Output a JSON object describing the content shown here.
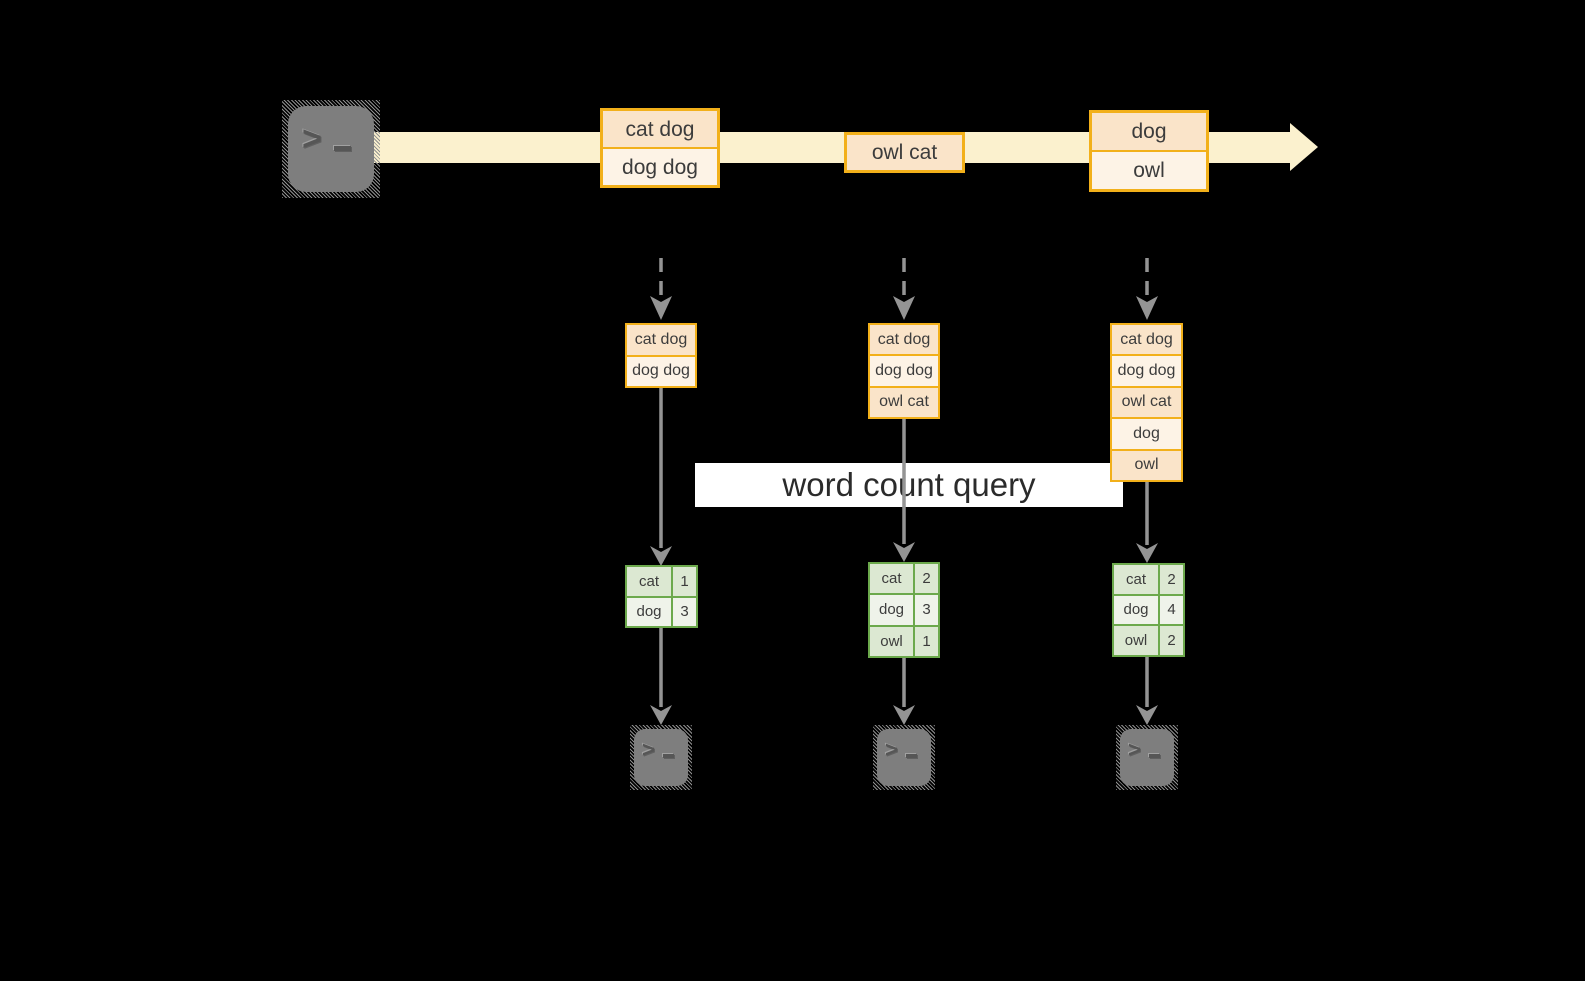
{
  "banner": {
    "label": "word count query"
  },
  "stream": {
    "batches": [
      {
        "cells": [
          "cat dog",
          "dog dog"
        ]
      },
      {
        "cells": [
          "owl cat"
        ]
      },
      {
        "cells": [
          "dog",
          "owl"
        ]
      }
    ]
  },
  "workers": [
    {
      "buffer": [
        "cat dog",
        "dog dog"
      ],
      "counts": [
        {
          "word": "cat",
          "count": "1"
        },
        {
          "word": "dog",
          "count": "3"
        }
      ]
    },
    {
      "buffer": [
        "cat dog",
        "dog dog",
        "owl cat"
      ],
      "counts": [
        {
          "word": "cat",
          "count": "2"
        },
        {
          "word": "dog",
          "count": "3"
        },
        {
          "word": "owl",
          "count": "1"
        }
      ]
    },
    {
      "buffer": [
        "cat dog",
        "dog dog",
        "owl cat",
        "dog",
        "owl"
      ],
      "counts": [
        {
          "word": "cat",
          "count": "2"
        },
        {
          "word": "dog",
          "count": "4"
        },
        {
          "word": "owl",
          "count": "2"
        }
      ]
    }
  ],
  "icons": {
    "source": "terminal-icon",
    "sink": "terminal-icon"
  },
  "colors": {
    "background": "#000000",
    "stream_band": "#FBF1CE",
    "record_border": "#F2B01A",
    "record_fill_dark": "#FAE4C9",
    "record_fill_light": "#FDF3E6",
    "table_border": "#6CA94C",
    "table_fill_dark": "#DCE8D2",
    "table_fill_light": "#EFF3EA",
    "arrow_gray": "#949494",
    "terminal_gray": "#7E7E7E",
    "text": "#3C3C3C"
  }
}
